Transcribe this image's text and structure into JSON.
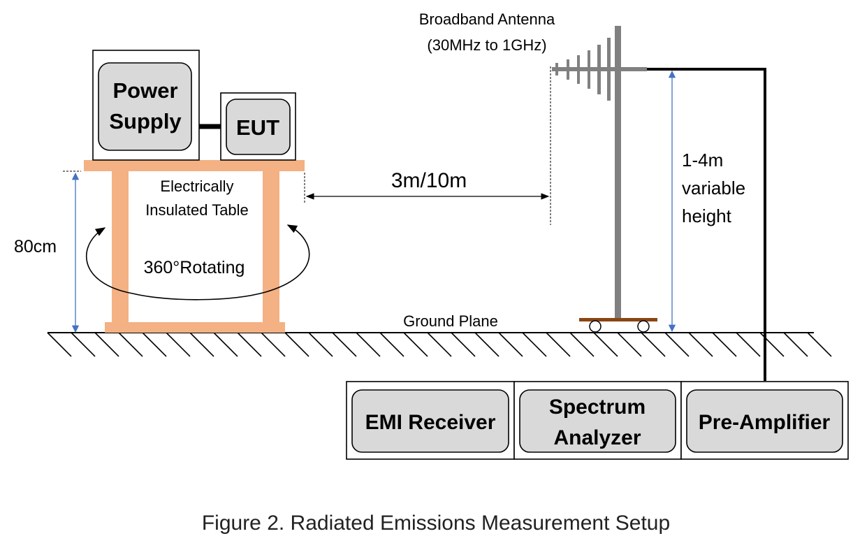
{
  "colors": {
    "table": "#F4B183",
    "antenna": "#808080",
    "cart": "#8B4513",
    "box_fill": "#D9D9D9",
    "dimension_arrow": "#4472C4",
    "line": "#000000"
  },
  "icons": {
    "ground": "hatched-ground-plane",
    "antenna": "log-periodic-antenna",
    "rotation": "circular-rotation-arrow"
  },
  "equipment": {
    "power_supply_line1": "Power",
    "power_supply_line2": "Supply",
    "eut": "EUT",
    "emi_receiver": "EMI Receiver",
    "spectrum_analyzer_line1": "Spectrum",
    "spectrum_analyzer_line2": "Analyzer",
    "pre_amplifier": "Pre-Amplifier"
  },
  "table": {
    "label_line1": "Electrically",
    "label_line2": "Insulated Table",
    "height": "80cm",
    "rotation": "360°Rotating"
  },
  "antenna": {
    "name": "Broadband Antenna",
    "range": "(30MHz to 1GHz)",
    "height_line1": "1-4m",
    "height_line2": "variable",
    "height_line3": "height"
  },
  "distance": "3m/10m",
  "ground_plane": "Ground Plane",
  "caption": "Figure 2. Radiated Emissions Measurement Setup"
}
